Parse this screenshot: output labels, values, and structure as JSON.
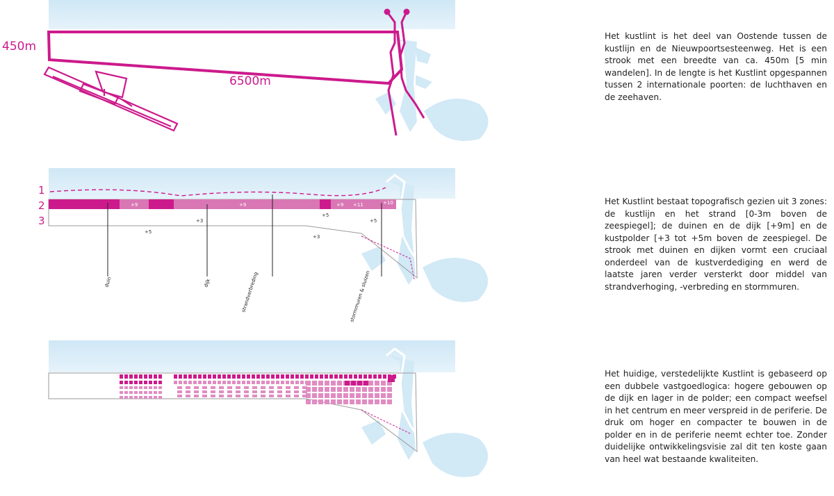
{
  "colors": {
    "magenta": "#cc1a8c",
    "magenta_light": "#d877b4",
    "sea": "#d2e9f6",
    "grey_line": "#888888"
  },
  "panel1": {
    "width_label": "450m",
    "length_label": "6500m",
    "text": "Het kustlint is het deel van Oostende tussen de kustlijn en de Nieuwpoortsesteenweg. Het is een strook met een breedte van ca. 450m [5 min wandelen]. In de lengte is het Kustlint opgespannen tussen 2 internationale poorten: de luchthaven en de zeehaven."
  },
  "panel2": {
    "zones": [
      "1",
      "2",
      "3"
    ],
    "elevations": [
      "+9",
      "+9",
      "+9",
      "+11",
      "+10",
      "+5",
      "+5",
      "+3",
      "+5",
      "+3"
    ],
    "callouts": [
      "duin",
      "dijk",
      "strandverbreding",
      "stormmuren & sluizen"
    ],
    "text": "Het Kustlint bestaat topografisch gezien uit 3 zones: de kustlijn en het strand [0-3m boven de zeespiegel]; de duinen en de dijk [+9m] en de kustpolder [+3 tot +5m boven de zeespiegel. De strook met duinen en dijken vormt een cruciaal onderdeel van de kustverdediging en werd de laatste jaren verder versterkt door middel van strandverhoging, -verbreding en stormmuren."
  },
  "panel3": {
    "text": "Het huidige, verstedelijkte Kustlint is gebaseerd op een dubbele vastgoedlogica: hogere gebouwen op de dijk en lager in de polder; een compact weefsel in het centrum en meer verspreid in de periferie. De druk om hoger en compacter te bouwen in de polder en in de periferie neemt echter toe. Zonder duidelijke ontwikkelingsvisie zal dit ten koste gaan van heel wat bestaande kwaliteiten."
  }
}
